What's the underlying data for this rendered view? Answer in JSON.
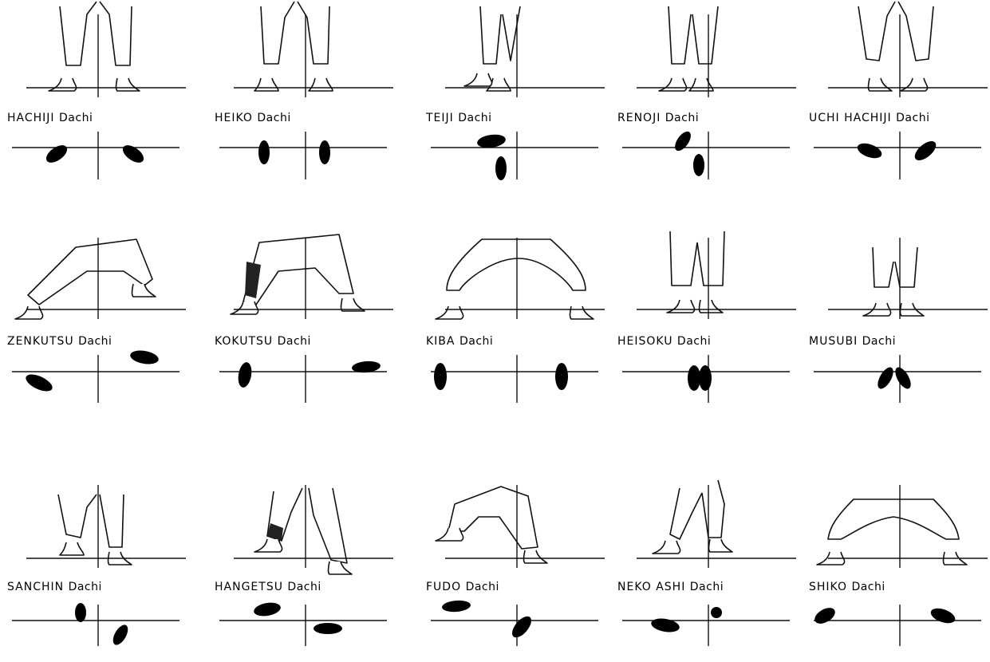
{
  "stances": [
    {
      "name": "HACHIJI",
      "suffix": "Dachi",
      "pose": "open-v",
      "prints": "angled-out"
    },
    {
      "name": "HEIKO",
      "suffix": "Dachi",
      "pose": "parallel",
      "prints": "parallel"
    },
    {
      "name": "TEIJI",
      "suffix": "Dachi",
      "pose": "t-shape",
      "prints": "t-shape"
    },
    {
      "name": "RENOJI",
      "suffix": "Dachi",
      "pose": "l-shape",
      "prints": "l-shape"
    },
    {
      "name": "UCHI HACHIJI",
      "suffix": "Dachi",
      "pose": "inward-v",
      "prints": "angled-in"
    },
    {
      "name": "ZENKUTSU",
      "suffix": "Dachi",
      "pose": "front-lunge",
      "prints": "long-diagonal"
    },
    {
      "name": "KOKUTSU",
      "suffix": "Dachi",
      "pose": "back-stance",
      "prints": "back-l"
    },
    {
      "name": "KIBA",
      "suffix": "Dachi",
      "pose": "horse-wide",
      "prints": "wide-parallel"
    },
    {
      "name": "HEISOKU",
      "suffix": "Dachi",
      "pose": "feet-together",
      "prints": "together"
    },
    {
      "name": "MUSUBI",
      "suffix": "Dachi",
      "pose": "heels-together",
      "prints": "heels-joined"
    },
    {
      "name": "SANCHIN",
      "suffix": "Dachi",
      "pose": "hourglass",
      "prints": "staggered-in"
    },
    {
      "name": "HANGETSU",
      "suffix": "Dachi",
      "pose": "half-moon",
      "prints": "staggered-wide"
    },
    {
      "name": "FUDO",
      "suffix": "Dachi",
      "pose": "rooted",
      "prints": "rooted"
    },
    {
      "name": "NEKO ASHI",
      "suffix": "Dachi",
      "pose": "cat",
      "prints": "cat"
    },
    {
      "name": "SHIKO",
      "suffix": "Dachi",
      "pose": "square-wide",
      "prints": "wide-out"
    }
  ]
}
